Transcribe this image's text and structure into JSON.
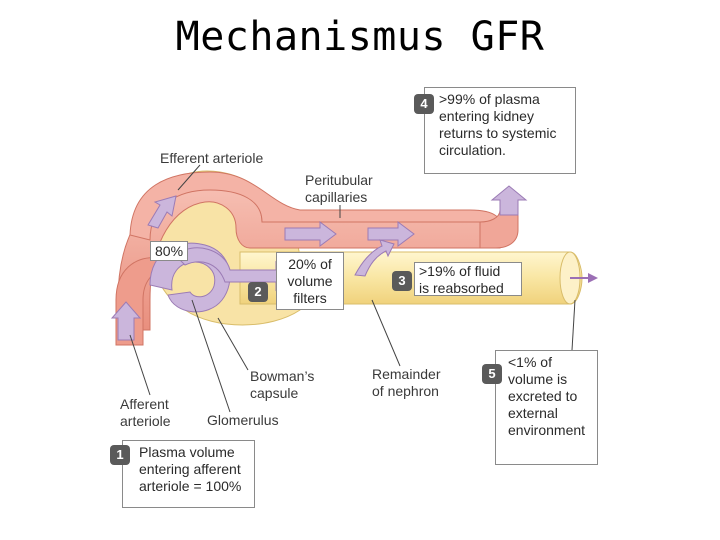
{
  "title": "Mechanismus GFR",
  "labels": {
    "efferent_arteriole": "Efferent arteriole",
    "peritubular_capillaries": [
      "Peritubular",
      "capillaries"
    ],
    "bowmans_capsule": [
      "Bowman’s",
      "capsule"
    ],
    "remainder_of_nephron": [
      "Remainder",
      "of nephron"
    ],
    "afferent_arteriole": [
      "Afferent",
      "arteriole"
    ],
    "glomerulus": "Glomerulus",
    "eighty_percent": "80%"
  },
  "steps": [
    {
      "num": "1",
      "lines": [
        "Plasma volume",
        "entering afferent",
        "arteriole = 100%"
      ]
    },
    {
      "num": "2",
      "lines": [
        "20% of",
        "volume",
        "filters"
      ]
    },
    {
      "num": "3",
      "lines": [
        ">19% of fluid",
        "is reabsorbed"
      ]
    },
    {
      "num": "4",
      "lines": [
        ">99% of plasma",
        "entering kidney",
        "returns to systemic",
        "circulation."
      ]
    },
    {
      "num": "5",
      "lines": [
        "<1% of",
        "volume is",
        "excreted to",
        "external",
        "environment"
      ]
    }
  ],
  "colors": {
    "vessel": "#f2a99c",
    "vessel_dark": "#e07a6a",
    "capsule": "#f8e3a6",
    "tubule": "#fbeeb8",
    "filtrate": "#cbb6dc",
    "arrow_purple": "#9b6fb5"
  }
}
